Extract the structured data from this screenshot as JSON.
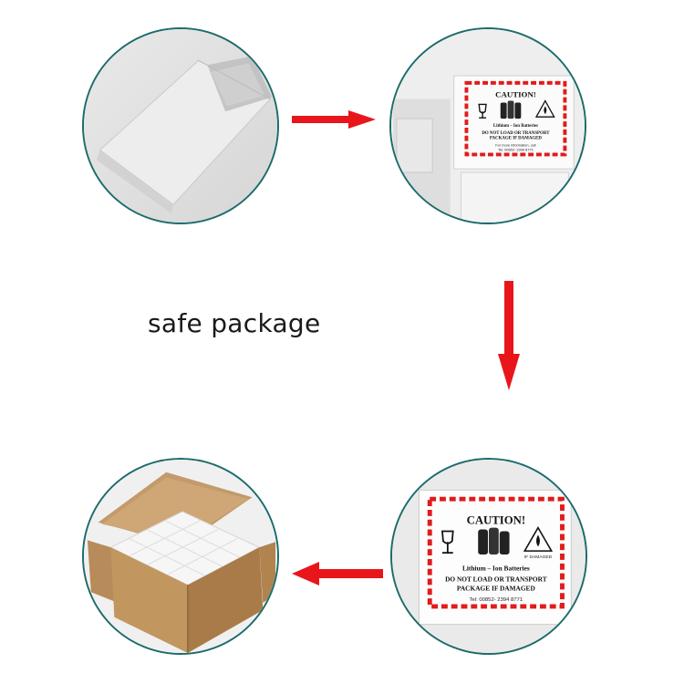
{
  "caption": "safe package",
  "caution_label": {
    "title": "CAUTION!",
    "subtitle": "Lithium – Ion Batteries",
    "warning_line1": "DO NOT LOAD OR TRANSPORT",
    "warning_line2": "PACKAGE IF DAMAGED",
    "info_line": "For more information, call",
    "phone": "Tel: 00852- 2394 8771",
    "damaged_tag": "IF DAMAGED"
  },
  "colors": {
    "arrow": "#e8161b",
    "circle_border": "#1d6b6b",
    "label_stripe": "#e21b1b"
  }
}
